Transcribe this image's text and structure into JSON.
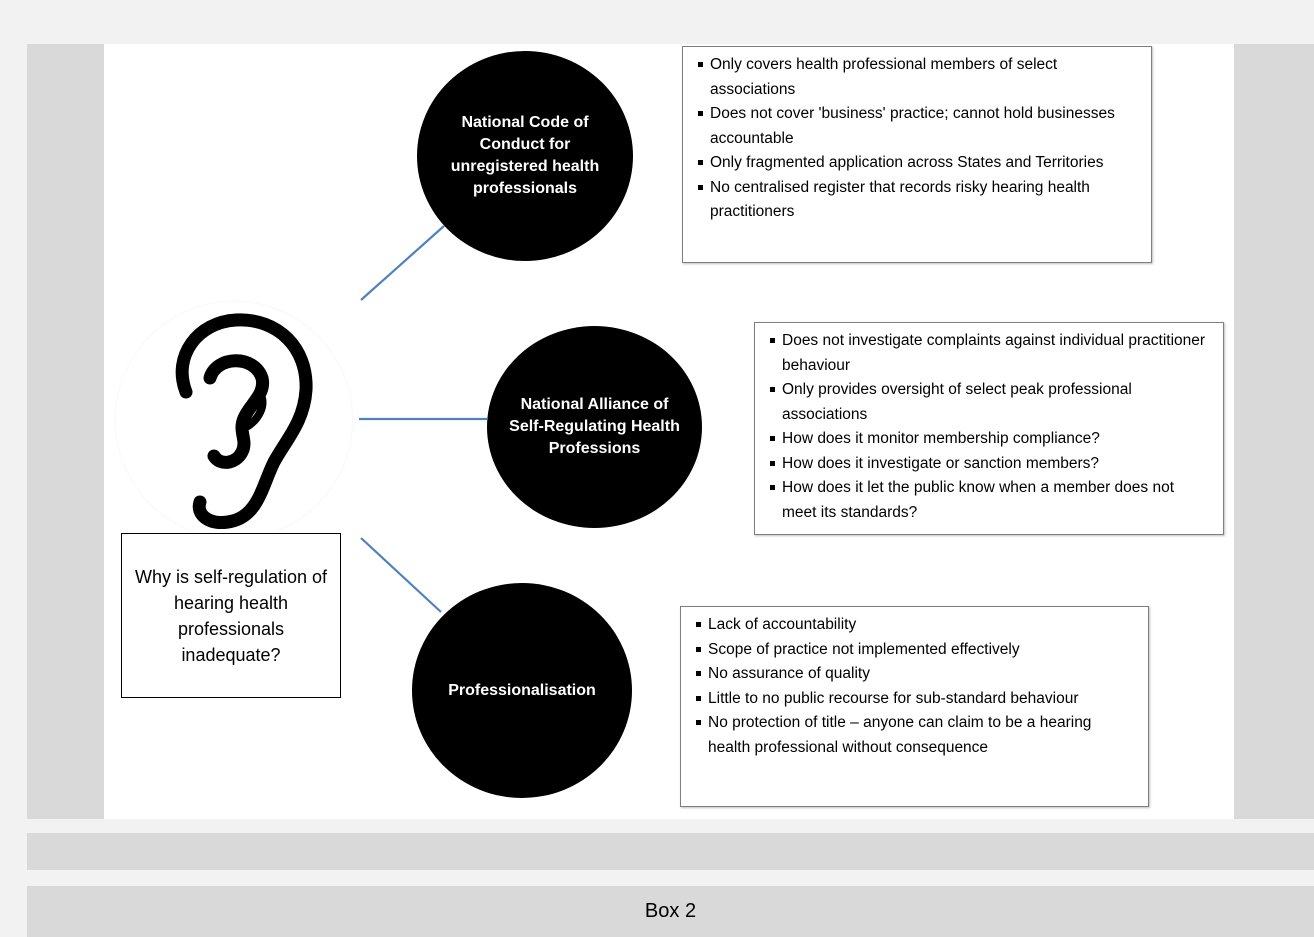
{
  "diagram": {
    "question": "Why is self-regulation of hearing health professionals inadequate?",
    "nodes": [
      {
        "label": "National Code of Conduct for unregistered health professionals",
        "points": [
          "Only covers health professional members of select associations",
          "Does not cover 'business' practice; cannot hold businesses accountable",
          "Only fragmented application across States and Territories",
          "No centralised register that records risky hearing health practitioners"
        ]
      },
      {
        "label": "National Alliance of Self-Regulating Health Professions",
        "points": [
          "Does not investigate complaints against individual practitioner behaviour",
          "Only provides oversight of select peak professional associations",
          "How does it monitor membership compliance?",
          "How does it investigate or sanction members?",
          "How does it let the public know when a member does not meet its standards?"
        ]
      },
      {
        "label": "Professionalisation",
        "points": [
          "Lack of accountability",
          "Scope of practice not implemented effectively",
          "No assurance of quality",
          "Little to no public recourse for sub-standard behaviour",
          "No protection of title – anyone can claim to be a hearing health professional without consequence"
        ]
      }
    ],
    "icon": "ear-icon",
    "connector_color": "#4f81bd"
  },
  "caption": "Box 2"
}
